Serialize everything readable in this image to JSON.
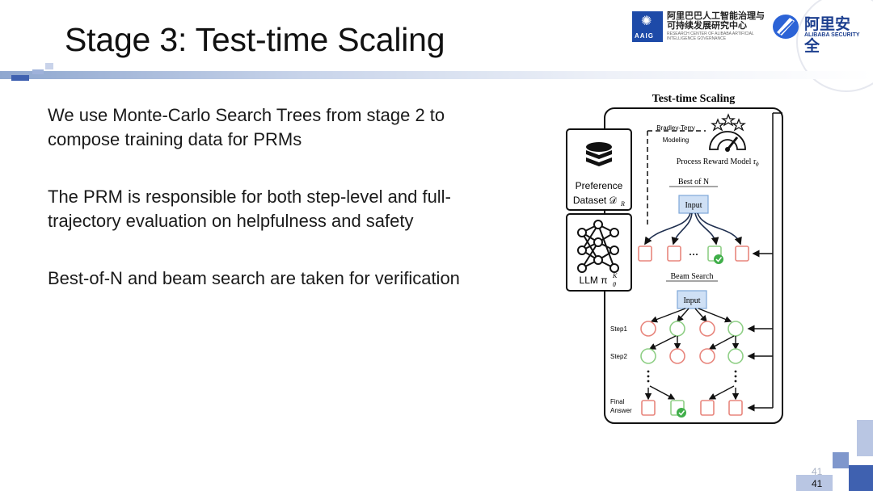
{
  "slide": {
    "title": "Stage 3: Test-time Scaling",
    "page_number": "41",
    "page_number_ghost": "41"
  },
  "bullets": [
    "We use Monte-Carlo Search Trees from stage 2 to",
    "compose training data for PRMs",
    "The PRM is responsible for both step-level and full-",
    "trajectory evaluation on helpfulness and safety",
    "Best-of-N and beam search are taken for verification"
  ],
  "logos": {
    "aaig_box_text": "AAIG",
    "aaig_cn": "阿里巴巴人工智能治理与可持续发展研究中心",
    "aaig_en": "RESEARCH CENTER OF ALIBABA ARTIFICIAL INTELLIGENCE GOVERNANCE",
    "security_cn": "阿里安全",
    "security_en": "ALIBABA SECURITY"
  },
  "diagram": {
    "title": "Test-time Scaling",
    "bradley_terry": "Bradley-Terry",
    "modeling": "Modeling",
    "prm_label": "Process Reward Model r",
    "prm_sub": "ϕ",
    "best_of_n": "Best of N",
    "input_1": "Input",
    "beam_search": "Beam Search",
    "input_2": "Input",
    "preference": "Preference",
    "dataset": "Dataset 𝒟",
    "dataset_sub": "R",
    "llm": "LLM π",
    "llm_sup": "K",
    "llm_sub": "θ",
    "step1": "Step1",
    "step2": "Step2",
    "final": "Final",
    "answer": "Answer",
    "dots": "···"
  },
  "colors": {
    "accent_blue": "#3f61b0",
    "red_node": "#e8867d",
    "green_node": "#8fcf86",
    "check_green": "#3fae49",
    "input_box": "#cfe0f5"
  }
}
